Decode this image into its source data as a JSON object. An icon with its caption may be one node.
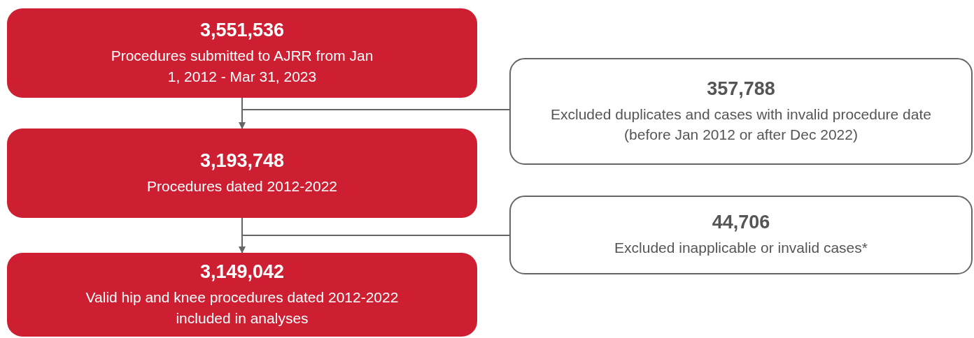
{
  "diagram": {
    "nodes": [
      {
        "text": [
          "3,551,536",
          "Procedures submitted to AJRR from Jan 1, 2012 - Mar 31, 2023"
        ]
      },
      {
        "text": [
          "357,788",
          "Excluded duplicates and cases with invalid procedure date (before Jan 2012 or after Dec 2022)"
        ]
      },
      {
        "text": [
          "3,193,748",
          "Procedures dated 2012-2022"
        ]
      },
      {
        "text": [
          "44,706",
          "Excluded inapplicable or invalid cases*"
        ]
      },
      {
        "text": [
          "3,149,042",
          "Valid hip and knee procedures dated 2012-2022 included in analyses"
        ]
      }
    ],
    "edges": [
      {
        "from": 0,
        "to": 2,
        "arrow": "to"
      },
      {
        "from": 0,
        "to": 1,
        "arrow": "none"
      },
      {
        "from": 2,
        "to": 4,
        "arrow": "to"
      },
      {
        "from": 2,
        "to": 3,
        "arrow": "none"
      }
    ]
  }
}
